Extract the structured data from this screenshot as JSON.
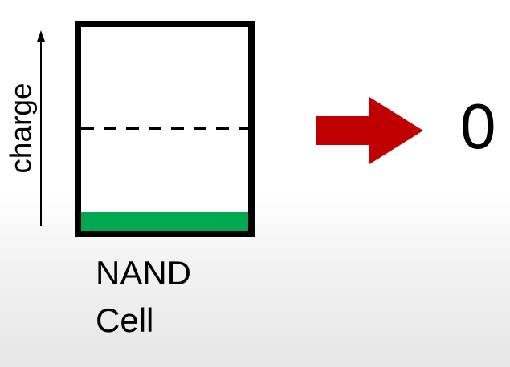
{
  "axis": {
    "label": "charge"
  },
  "cell": {
    "label_line1": "NAND",
    "label_line2": "Cell",
    "charge_fill_color": "#00a84f"
  },
  "arrow": {
    "color": "#c00000"
  },
  "output": {
    "value": "0"
  }
}
